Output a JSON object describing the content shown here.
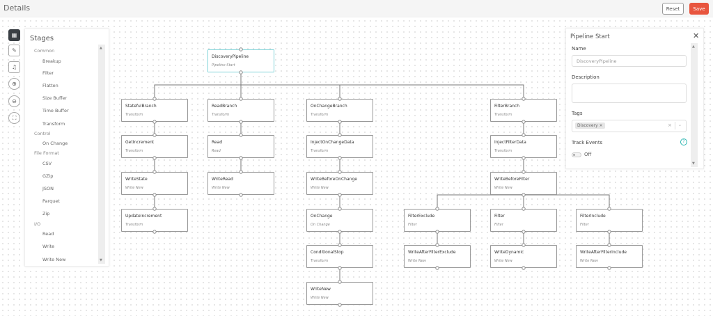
{
  "header": {
    "title": "Details",
    "reset_label": "Reset",
    "save_label": "Save"
  },
  "stages": {
    "title": "Stages",
    "items": [
      {
        "label": "Common",
        "type": "category"
      },
      {
        "label": "Breakup",
        "type": "item"
      },
      {
        "label": "Filter",
        "type": "item"
      },
      {
        "label": "Flatten",
        "type": "item"
      },
      {
        "label": "Size Buffer",
        "type": "item"
      },
      {
        "label": "Time Buffer",
        "type": "item"
      },
      {
        "label": "Transform",
        "type": "item"
      },
      {
        "label": "Control",
        "type": "category"
      },
      {
        "label": "On Change",
        "type": "item"
      },
      {
        "label": "File Format",
        "type": "category"
      },
      {
        "label": "CSV",
        "type": "item"
      },
      {
        "label": "GZip",
        "type": "item"
      },
      {
        "label": "JSON",
        "type": "item"
      },
      {
        "label": "Parquet",
        "type": "item"
      },
      {
        "label": "Zip",
        "type": "item"
      },
      {
        "label": "I/O",
        "type": "category"
      },
      {
        "label": "Read",
        "type": "item"
      },
      {
        "label": "Write",
        "type": "item"
      },
      {
        "label": "Write New",
        "type": "item"
      }
    ]
  },
  "nodes": [
    {
      "name": "DiscoveryPipeline",
      "type": "Pipeline Start"
    },
    {
      "name": "StatefulBranch",
      "type": "Transform"
    },
    {
      "name": "GetIncrement",
      "type": "Transform"
    },
    {
      "name": "WriteState",
      "type": "Write New"
    },
    {
      "name": "UpdateIncrement",
      "type": "Transform"
    },
    {
      "name": "ReadBranch",
      "type": "Transform"
    },
    {
      "name": "Read",
      "type": "Read"
    },
    {
      "name": "WriteRead",
      "type": "Write New"
    },
    {
      "name": "OnChangeBranch",
      "type": "Transform"
    },
    {
      "name": "InjectOnChangeData",
      "type": "Transform"
    },
    {
      "name": "WriteBeforeOnChange",
      "type": "Write New"
    },
    {
      "name": "OnChange",
      "type": "On Change"
    },
    {
      "name": "ConditionalStop",
      "type": "Transform"
    },
    {
      "name": "WriteNew",
      "type": "Write New"
    },
    {
      "name": "FilterBranch",
      "type": "Transform"
    },
    {
      "name": "InjectFilterData",
      "type": "Transform"
    },
    {
      "name": "WriteBeforeFilter",
      "type": "Write New"
    },
    {
      "name": "FilterExclude",
      "type": "Filter"
    },
    {
      "name": "Filter",
      "type": "Filter"
    },
    {
      "name": "FilterInclude",
      "type": "Filter"
    },
    {
      "name": "WriteAfterFilterExclude",
      "type": "Write New"
    },
    {
      "name": "WriteDynamic",
      "type": "Write New"
    },
    {
      "name": "WriteAfterFilterInclude",
      "type": "Write New"
    }
  ],
  "panel": {
    "title": "Pipeline Start",
    "name_label": "Name",
    "name_value": "DiscoveryPipeline",
    "description_label": "Description",
    "description_value": "",
    "tags_label": "Tags",
    "tags": [
      "Discovery"
    ],
    "track_label": "Track Events",
    "track_state": "Off",
    "track_enabled": false
  },
  "colors": {
    "accent": "#2bb5b0",
    "save": "#e8553e",
    "selected_border": "#7fd3d8"
  }
}
